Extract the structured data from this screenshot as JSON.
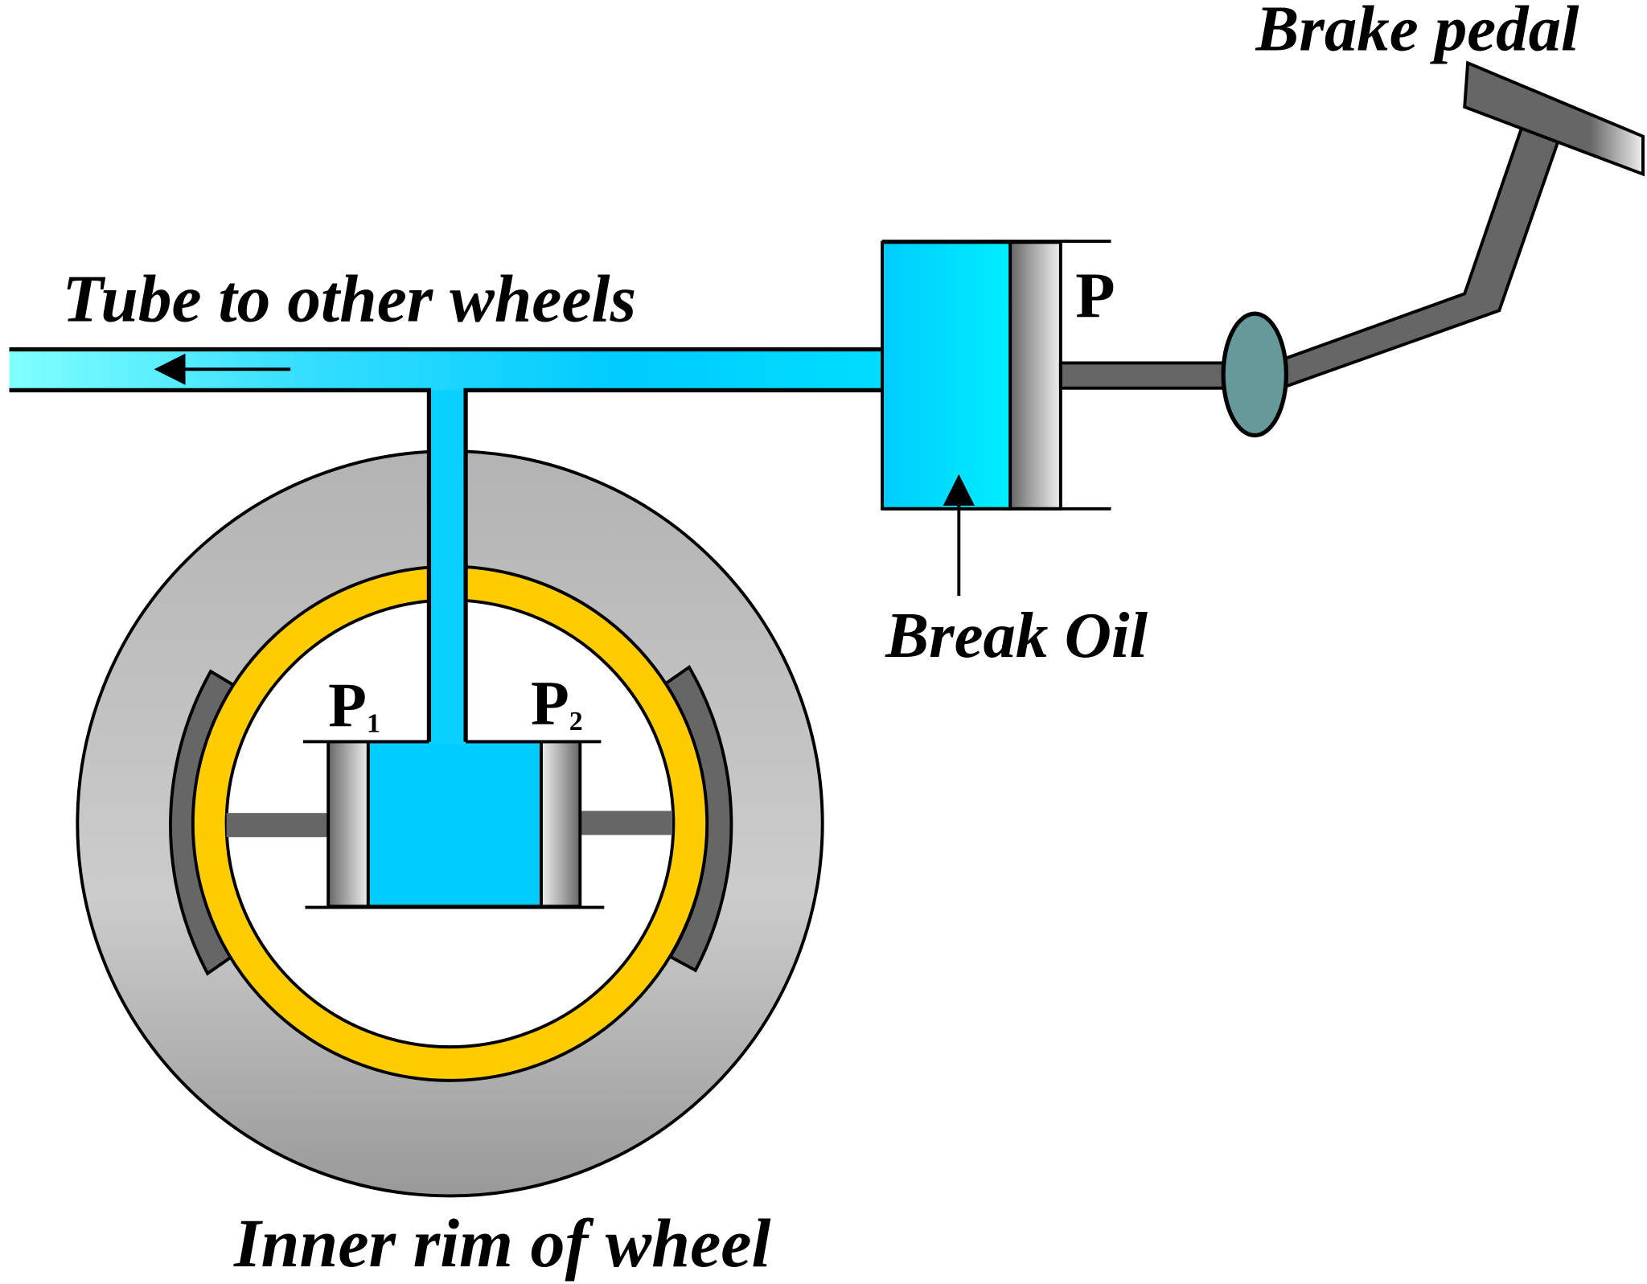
{
  "labels": {
    "brake_pedal": "Brake pedal",
    "tube": "Tube to other wheels",
    "master_piston": "P",
    "brake_oil": "Break Oil",
    "inner_rim": "Inner rim of wheel",
    "piston1": "P",
    "piston1_sub": "1",
    "piston2": "P",
    "piston2_sub": "2"
  },
  "colors": {
    "oil": "#00ccff",
    "rim_ring": "#ffcc00",
    "wheel": "#bbbbbb",
    "brake_shoe": "#666666",
    "pedal_joint": "#669999"
  }
}
